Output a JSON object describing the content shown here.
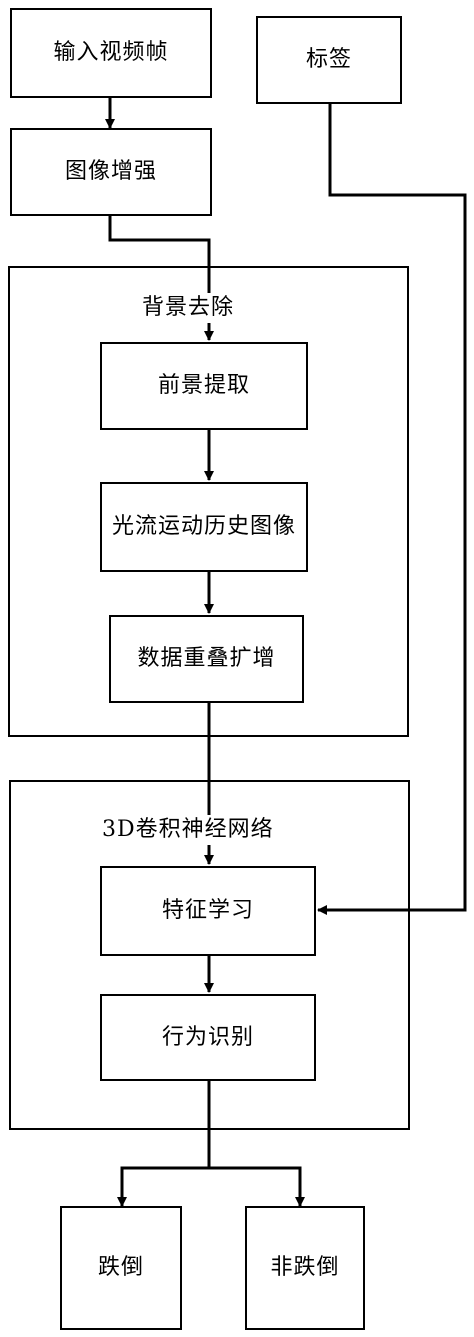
{
  "nodes": {
    "input_frames": "输入视频帧",
    "label": "标签",
    "image_enhance": "图像增强",
    "foreground_extract": "前景提取",
    "optical_flow_mhi": "光流运动历史图像",
    "data_overlap_aug": "数据重叠扩增",
    "feature_learning": "特征学习",
    "behavior_recognition": "行为识别",
    "fall": "跌倒",
    "non_fall": "非跌倒"
  },
  "groups": {
    "background_removal": "背景去除",
    "cnn_3d": "3D卷积神经网络"
  }
}
